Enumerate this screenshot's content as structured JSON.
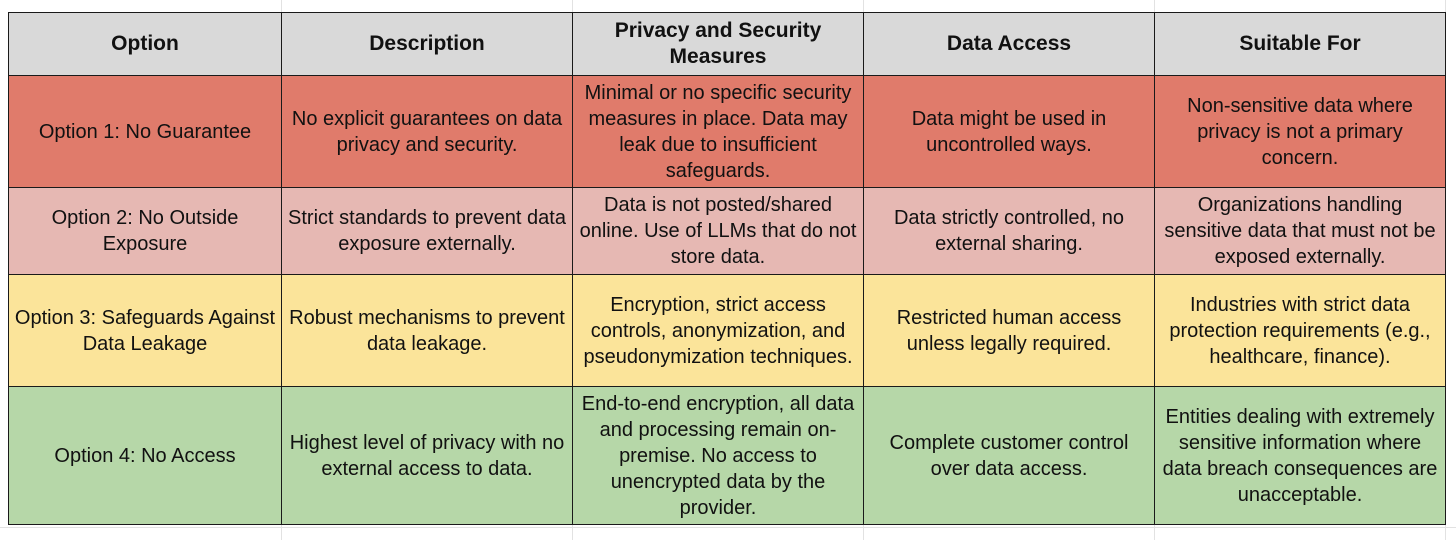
{
  "colors": {
    "header": "#d9d9d9",
    "option1": "#e07b6b",
    "option2": "#e6b8b3",
    "option3": "#fbe49a",
    "option4": "#b6d7a8"
  },
  "table": {
    "headers": [
      "Option",
      "Description",
      "Privacy and Security Measures",
      "Data Access",
      "Suitable For"
    ],
    "rows": [
      {
        "option": "Option 1: No Guarantee",
        "description": "No explicit guarantees on data privacy and security.",
        "measures": "Minimal or no specific security measures in place. Data may leak due to insufficient safeguards.",
        "access": "Data might be used in uncontrolled ways.",
        "suitable": "Non-sensitive data where privacy is not a primary concern."
      },
      {
        "option": "Option 2: No Outside Exposure",
        "description": "Strict standards to prevent data exposure externally.",
        "measures": "Data is not posted/shared online. Use of LLMs that do not store data.",
        "access": "Data strictly controlled, no external sharing.",
        "suitable": "Organizations handling sensitive data that must not be exposed externally."
      },
      {
        "option": "Option 3: Safeguards Against Data Leakage",
        "description": "Robust mechanisms to prevent data leakage.",
        "measures": "Encryption, strict access controls, anonymization, and pseudonymization techniques.",
        "access": "Restricted human access unless legally required.",
        "suitable": "Industries with strict data protection requirements (e.g., healthcare, finance)."
      },
      {
        "option": "Option 4: No Access",
        "description": "Highest level of privacy with no external access to data.",
        "measures": "End-to-end encryption, all data and processing remain on-premise. No access to unencrypted data by the provider.",
        "access": "Complete customer control over data access.",
        "suitable": "Entities dealing with extremely sensitive information where data breach consequences are unacceptable."
      }
    ]
  }
}
